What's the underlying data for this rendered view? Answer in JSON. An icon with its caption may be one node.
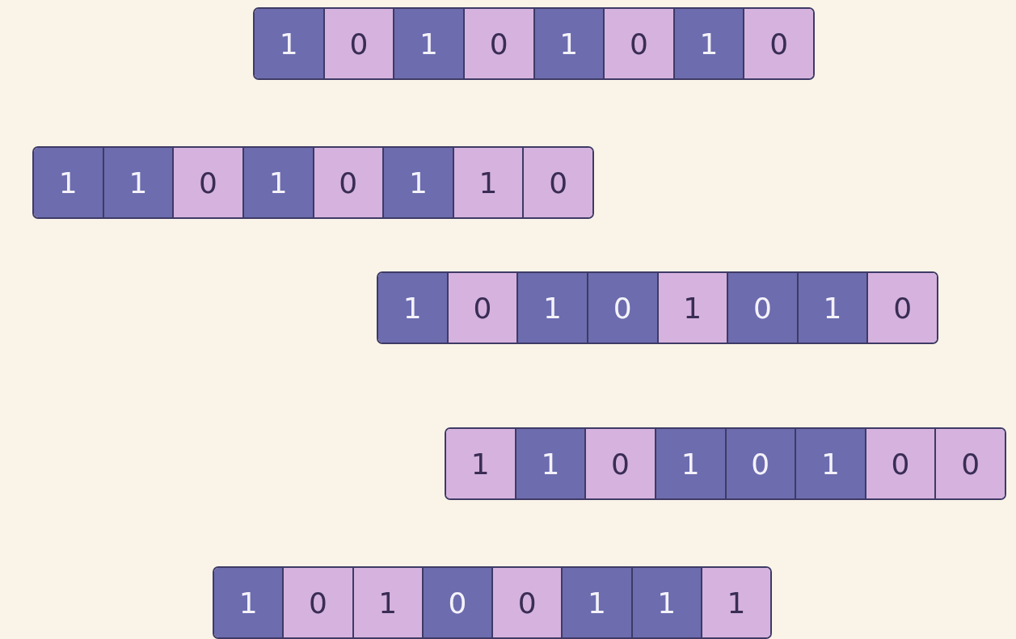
{
  "diagram": {
    "nodes": [
      {
        "text": [],
        "shape": "bar"
      },
      {
        "text": [
          "1"
        ],
        "in": 0
      },
      {
        "text": [
          "0"
        ],
        "in": 0
      },
      {
        "text": [
          "1"
        ],
        "in": 0
      },
      {
        "text": [
          "0"
        ],
        "in": 0
      },
      {
        "text": [
          "1"
        ],
        "in": 0
      },
      {
        "text": [
          "0"
        ],
        "in": 0
      },
      {
        "text": [
          "1"
        ],
        "in": 0
      },
      {
        "text": [
          "0"
        ],
        "in": 0
      },
      {
        "text": [],
        "shape": "bar"
      },
      {
        "text": [
          "1"
        ],
        "in": 9
      },
      {
        "text": [
          "1"
        ],
        "in": 9
      },
      {
        "text": [
          "0"
        ],
        "in": 9
      },
      {
        "text": [
          "1"
        ],
        "in": 9
      },
      {
        "text": [
          "0"
        ],
        "in": 9
      },
      {
        "text": [
          "1"
        ],
        "in": 9
      },
      {
        "text": [
          "1"
        ],
        "in": 9
      },
      {
        "text": [
          "0"
        ],
        "in": 9
      },
      {
        "text": [],
        "shape": "bar"
      },
      {
        "text": [
          "1"
        ],
        "in": 18
      },
      {
        "text": [
          "0"
        ],
        "in": 18
      },
      {
        "text": [
          "1"
        ],
        "in": 18
      },
      {
        "text": [
          "0"
        ],
        "in": 18
      },
      {
        "text": [
          "1"
        ],
        "in": 18
      },
      {
        "text": [
          "0"
        ],
        "in": 18
      },
      {
        "text": [
          "1"
        ],
        "in": 18
      },
      {
        "text": [
          "0"
        ],
        "in": 18
      },
      {
        "text": [],
        "shape": "bar"
      },
      {
        "text": [
          "1"
        ],
        "in": 27
      },
      {
        "text": [
          "1"
        ],
        "in": 27
      },
      {
        "text": [
          "0"
        ],
        "in": 27
      },
      {
        "text": [
          "1"
        ],
        "in": 27
      },
      {
        "text": [
          "0"
        ],
        "in": 27
      },
      {
        "text": [
          "1"
        ],
        "in": 27
      },
      {
        "text": [
          "0"
        ],
        "in": 27
      },
      {
        "text": [
          "0"
        ],
        "in": 27
      },
      {
        "text": [],
        "shape": "bar"
      },
      {
        "text": [
          "1"
        ],
        "in": 36
      },
      {
        "text": [
          "0"
        ],
        "in": 36
      },
      {
        "text": [
          "1"
        ],
        "in": 36
      },
      {
        "text": [
          "0"
        ],
        "in": 36
      },
      {
        "text": [
          "0"
        ],
        "in": 36
      },
      {
        "text": [
          "1"
        ],
        "in": 36
      },
      {
        "text": [
          "1"
        ],
        "in": 36
      },
      {
        "text": [
          "1"
        ],
        "in": 36
      }
    ]
  }
}
